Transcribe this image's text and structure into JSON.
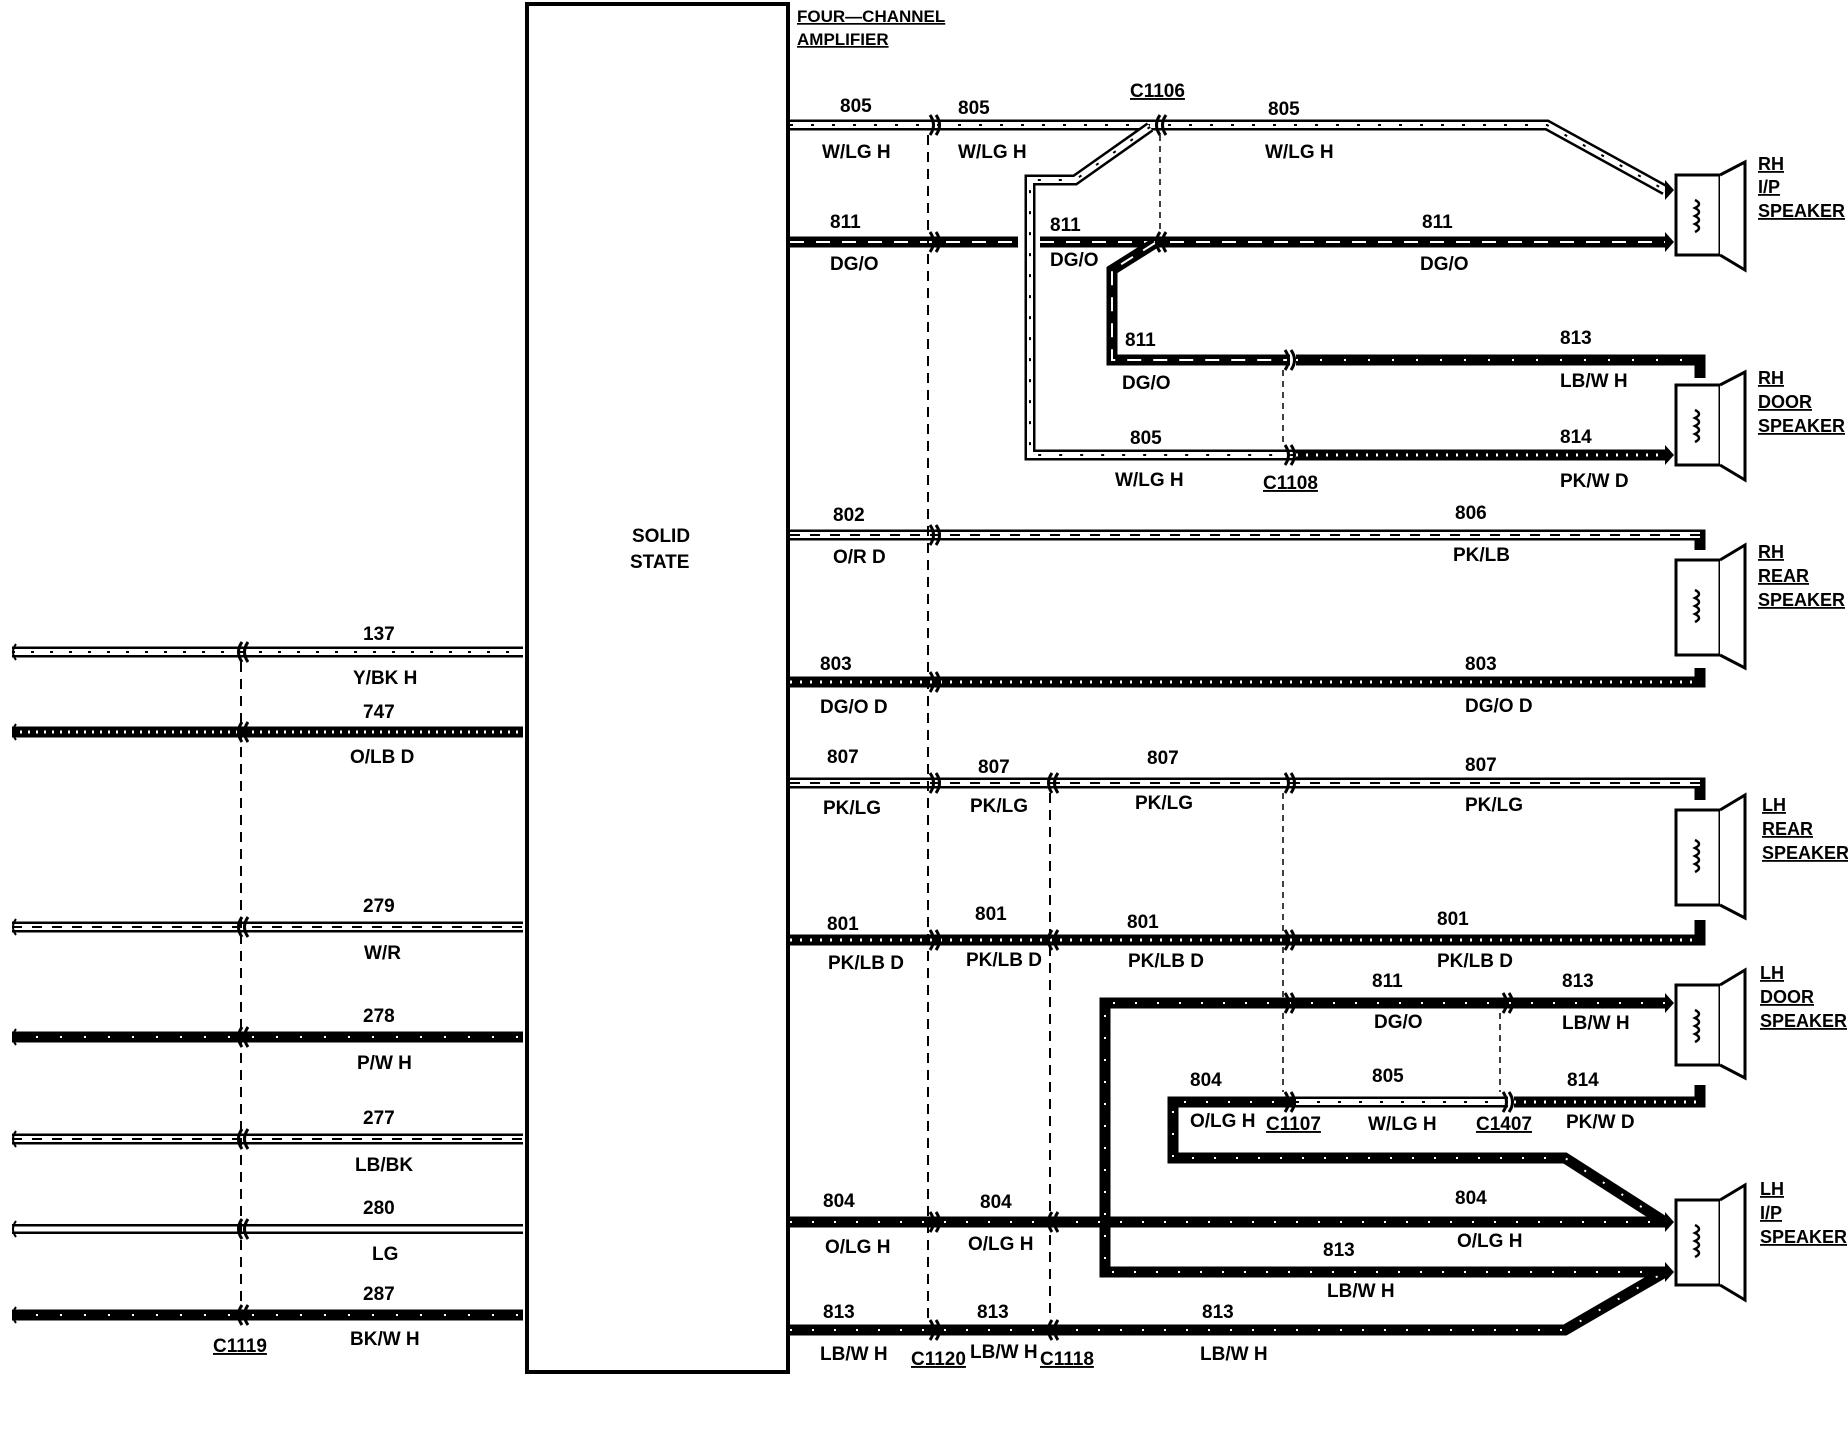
{
  "module": {
    "title_line1": "FOUR—CHANNEL",
    "title_line2": "AMPLIFIER",
    "body_line1": "SOLID",
    "body_line2": "STATE"
  },
  "connectors": {
    "c1106": "C1106",
    "c1108": "C1108",
    "c1107": "C1107",
    "c1407": "C1407",
    "c1119": "C1119",
    "c1120": "C1120",
    "c1118": "C1118"
  },
  "speakers": {
    "rh_ip": [
      "RH",
      "I/P",
      "SPEAKER"
    ],
    "rh_door": [
      "RH",
      "DOOR",
      "SPEAKER"
    ],
    "rh_rear": [
      "RH",
      "REAR",
      "SPEAKER"
    ],
    "lh_rear": [
      "LH",
      "REAR",
      "SPEAKER"
    ],
    "lh_door": [
      "LH",
      "DOOR",
      "SPEAKER"
    ],
    "lh_ip": [
      "LH",
      "I/P",
      "SPEAKER"
    ]
  },
  "input_circuits": [
    {
      "num": "137",
      "color": "Y/BK H"
    },
    {
      "num": "747",
      "color": "O/LB D"
    },
    {
      "num": "279",
      "color": "W/R"
    },
    {
      "num": "278",
      "color": "P/W H"
    },
    {
      "num": "277",
      "color": "LB/BK"
    },
    {
      "num": "280",
      "color": "LG"
    },
    {
      "num": "287",
      "color": "BK/W H"
    }
  ],
  "wires": {
    "w805a": {
      "num": "805",
      "color": "W/LG H"
    },
    "w805b": {
      "num": "805",
      "color": "W/LG H"
    },
    "w805c": {
      "num": "805",
      "color": "W/LG H"
    },
    "w811a": {
      "num": "811",
      "color": "DG/O"
    },
    "w811b": {
      "num": "811",
      "color": "DG/O"
    },
    "w811c": {
      "num": "811",
      "color": "DG/O"
    },
    "w811d": {
      "num": "811",
      "color": "DG/O"
    },
    "w813a": {
      "num": "813",
      "color": "LB/W H"
    },
    "w805d": {
      "num": "805",
      "color": "W/LG H"
    },
    "w814a": {
      "num": "814",
      "color": "PK/W D"
    },
    "w802": {
      "num": "802",
      "color": "O/R D"
    },
    "w806": {
      "num": "806",
      "color": "PK/LB"
    },
    "w803a": {
      "num": "803",
      "color": "DG/O D"
    },
    "w803b": {
      "num": "803",
      "color": "DG/O D"
    },
    "w807a": {
      "num": "807",
      "color": "PK/LG"
    },
    "w807b": {
      "num": "807",
      "color": "PK/LG"
    },
    "w807c": {
      "num": "807",
      "color": "PK/LG"
    },
    "w807d": {
      "num": "807",
      "color": "PK/LG"
    },
    "w801a": {
      "num": "801",
      "color": "PK/LB D"
    },
    "w801b": {
      "num": "801",
      "color": "PK/LB D"
    },
    "w801c": {
      "num": "801",
      "color": "PK/LB D"
    },
    "w801d": {
      "num": "801",
      "color": "PK/LB D"
    },
    "w811e": {
      "num": "811",
      "color": "DG/O"
    },
    "w813b": {
      "num": "813",
      "color": "LB/W H"
    },
    "w804a": {
      "num": "804",
      "color": "O/LG H"
    },
    "w805e": {
      "num": "805",
      "color": "W/LG H"
    },
    "w814b": {
      "num": "814",
      "color": "PK/W D"
    },
    "w804b": {
      "num": "804",
      "color": "O/LG H"
    },
    "w804c": {
      "num": "804",
      "color": "O/LG H"
    },
    "w804d": {
      "num": "804",
      "color": "O/LG H"
    },
    "w813c": {
      "num": "813",
      "color": "LB/W H"
    },
    "w813d": {
      "num": "813",
      "color": "LB/W H"
    },
    "w813e": {
      "num": "813",
      "color": "LB/W H"
    },
    "w813f": {
      "num": "813",
      "color": "LB/W H"
    }
  }
}
